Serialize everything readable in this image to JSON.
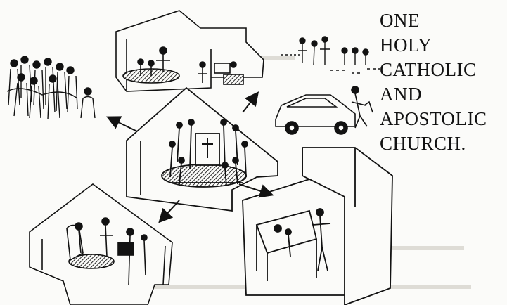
{
  "page_title": "ONE HOLY CATHOLIC AND APOSTOLIC CHURCH.",
  "title_lines": [
    "ONE",
    "HOLY",
    "CATHOLIC",
    "AND",
    "APOSTOLIC",
    "CHURCH."
  ],
  "colors": {
    "ink": "#121212",
    "paper": "#fbfbf9",
    "shade": "#2a2a2a",
    "faint": "#d4d4d0"
  },
  "illustration": {
    "scenes": [
      "crowd-of-people",
      "house-study-group",
      "people-in-street",
      "car-and-helping-person",
      "central-church-worship-circle",
      "home-visit-armchair",
      "hospital-bedside-visit"
    ],
    "icons": [
      "cross-icon",
      "arrow-icon"
    ]
  }
}
